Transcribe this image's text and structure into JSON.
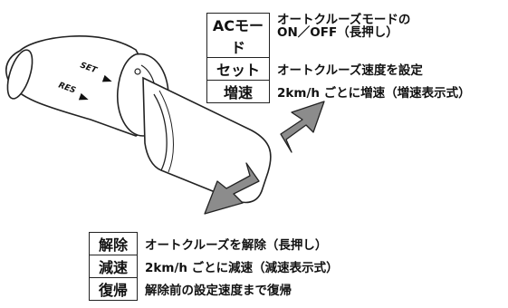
{
  "lever": {
    "set_label": "SET",
    "res_label": "RES"
  },
  "upper_table": [
    {
      "key": "ACモード",
      "desc_line1": "オートクルーズモードの",
      "desc_line2": "ON／OFF（長押し）"
    },
    {
      "key": "セット",
      "desc": "オートクルーズ速度を設定"
    },
    {
      "key": "増速",
      "desc": "2km/h ごとに増速（増速表示式）"
    }
  ],
  "lower_table": [
    {
      "key": "解除",
      "desc": "オートクルーズを解除（長押し）"
    },
    {
      "key": "減速",
      "desc": "2km/h ごとに減速（減速表示式）"
    },
    {
      "key": "復帰",
      "desc": "解除前の設定速度まで復帰"
    }
  ],
  "colors": {
    "arrow_gray": "#8c8c8c",
    "line": "#222222"
  }
}
